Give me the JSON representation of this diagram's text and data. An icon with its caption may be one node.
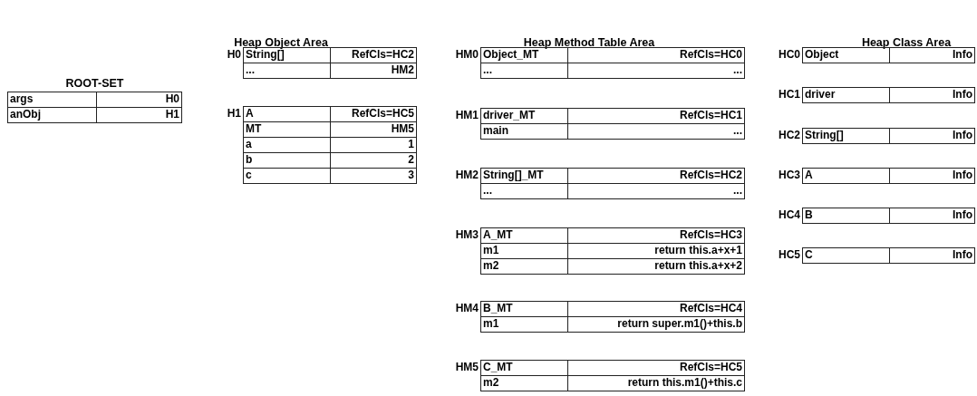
{
  "diagram": {
    "nodes": [
      {
        "text": [
          "ROOT-SET",
          "args",
          "H0",
          "anObj",
          "H1"
        ]
      },
      {
        "text": [
          "H0",
          "String[]",
          "RefCls=HC2",
          "...",
          "HM2"
        ]
      },
      {
        "text": [
          "H1",
          "A",
          "RefCls=HC5",
          "MT",
          "HM5",
          "a",
          "1",
          "b",
          "2",
          "c",
          "3"
        ]
      },
      {
        "text": [
          "HM0",
          "Object_MT",
          "RefCls=HC0",
          "...",
          "..."
        ]
      },
      {
        "text": [
          "HM1",
          "driver_MT",
          "RefCls=HC1",
          "main",
          "..."
        ]
      },
      {
        "text": [
          "HM2",
          "String[]_MT",
          "RefCls=HC2",
          "...",
          "..."
        ]
      },
      {
        "text": [
          "HM3",
          "A_MT",
          "RefCls=HC3",
          "m1",
          "return this.a+x+1",
          "m2",
          "return this.a+x+2"
        ]
      },
      {
        "text": [
          "HM4",
          "B_MT",
          "RefCls=HC4",
          "m1",
          "return super.m1()+this.b"
        ]
      },
      {
        "text": [
          "HM5",
          "C_MT",
          "RefCls=HC5",
          "m2",
          "return this.m1()+this.c"
        ]
      },
      {
        "text": [
          "HC0",
          "Object",
          "Info"
        ]
      },
      {
        "text": [
          "HC1",
          "driver",
          "Info"
        ]
      },
      {
        "text": [
          "HC2",
          "String[]",
          "Info"
        ]
      },
      {
        "text": [
          "HC3",
          "A",
          "Info"
        ]
      },
      {
        "text": [
          "HC4",
          "B",
          "Info"
        ]
      },
      {
        "text": [
          "HC5",
          "C",
          "Info"
        ]
      }
    ],
    "edges": [],
    "labels": [
      "Heap Object Area",
      "Heap Method Table Area",
      "Heap Class Area"
    ]
  }
}
